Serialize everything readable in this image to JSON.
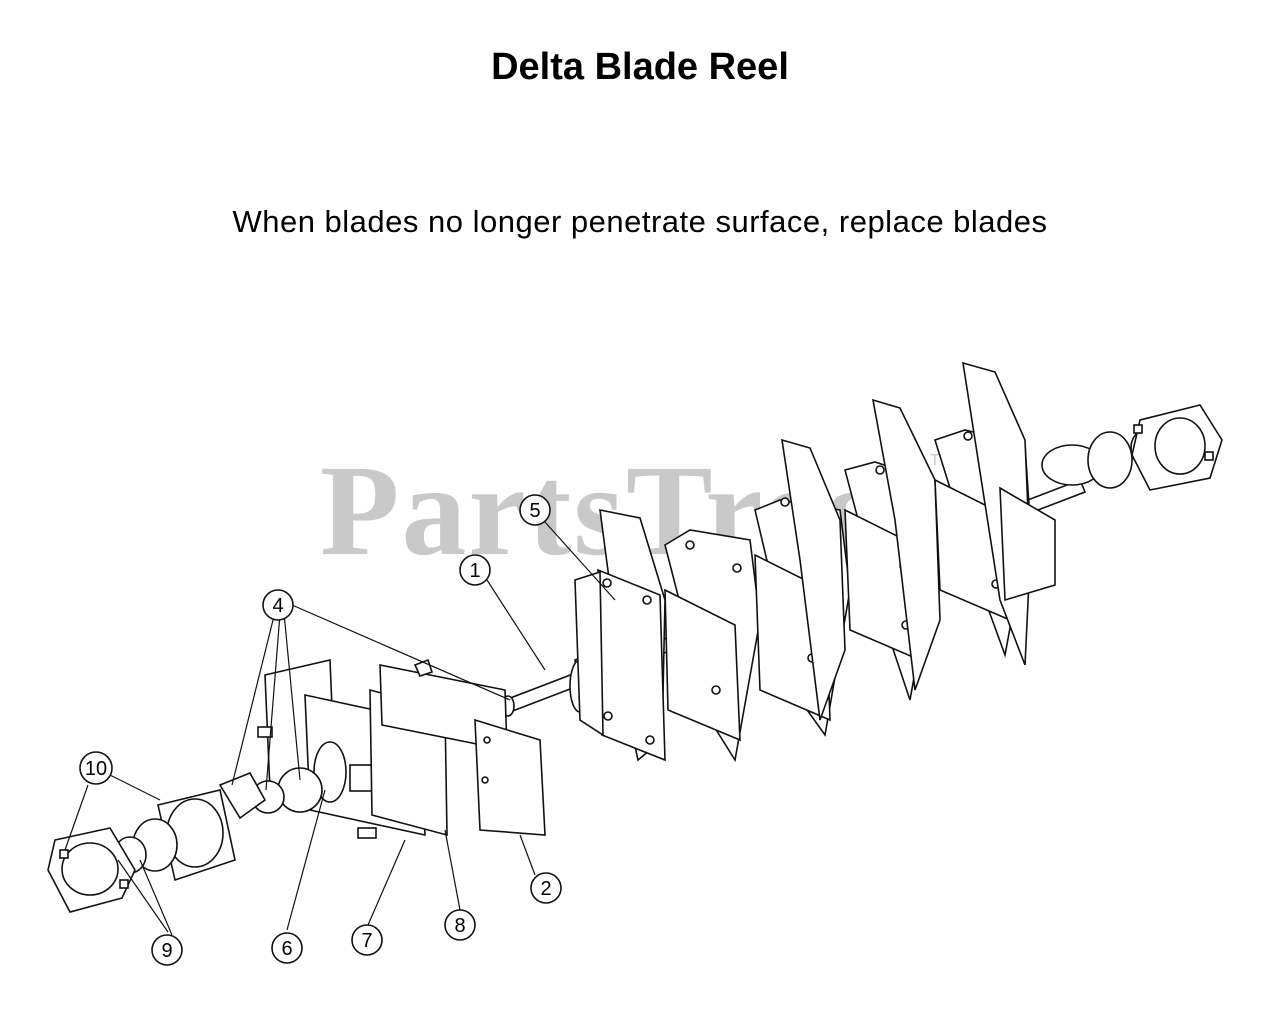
{
  "title": "Delta Blade Reel",
  "subtitle": "When blades no longer penetrate surface, replace blades",
  "watermark": "PartsTree",
  "watermark_tm": "TM",
  "callouts": [
    {
      "label": "1"
    },
    {
      "label": "2"
    },
    {
      "label": "4"
    },
    {
      "label": "5"
    },
    {
      "label": "6"
    },
    {
      "label": "7"
    },
    {
      "label": "8"
    },
    {
      "label": "9"
    },
    {
      "label": "10"
    }
  ]
}
